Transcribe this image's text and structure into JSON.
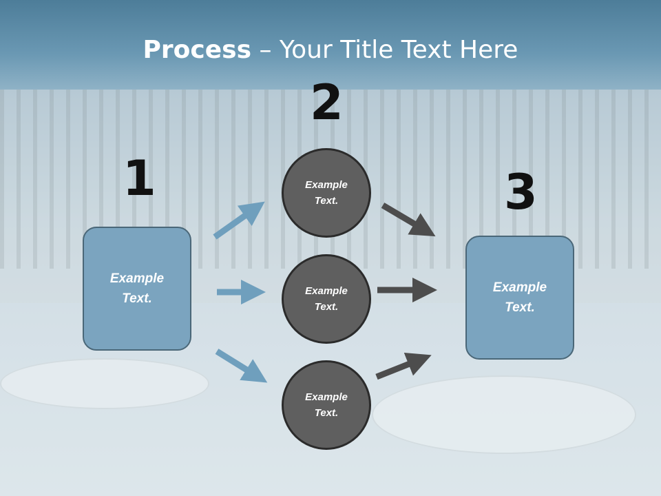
{
  "title": {
    "bold": "Process",
    "rest": " – Your Title Text Here"
  },
  "steps": {
    "n1": "1",
    "n2": "2",
    "n3": "3"
  },
  "left_box": {
    "text": "Example\nText."
  },
  "right_box": {
    "text": "Example\nText."
  },
  "circles": [
    {
      "text": "Example\nText."
    },
    {
      "text": "Example\nText."
    },
    {
      "text": "Example\nText."
    }
  ],
  "colors": {
    "box_fill": "#7ba4bf",
    "circle_fill": "#5f5f5f",
    "arrow_blue": "#6f9fbd",
    "arrow_gray": "#4d4d4d"
  }
}
